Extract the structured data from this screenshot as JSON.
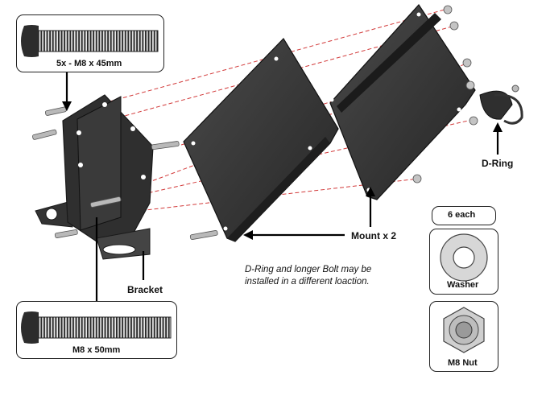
{
  "callouts": {
    "bolt_45": "5x - M8 x 45mm",
    "bolt_50": "M8 x 50mm",
    "each_count": "6 each",
    "washer": "Washer",
    "nut": "M8 Nut"
  },
  "labels": {
    "bracket": "Bracket",
    "mount": "Mount x 2",
    "d_ring": "D-Ring"
  },
  "note": {
    "line1": "D-Ring and longer Bolt may be",
    "line2": "installed in a different loaction."
  },
  "colors": {
    "part_dark": "#2f2f2f",
    "part_edge": "#1a1a1a",
    "dash_line": "#d23a3a",
    "hardware": "#b9b9b9",
    "outline": "#222222"
  }
}
